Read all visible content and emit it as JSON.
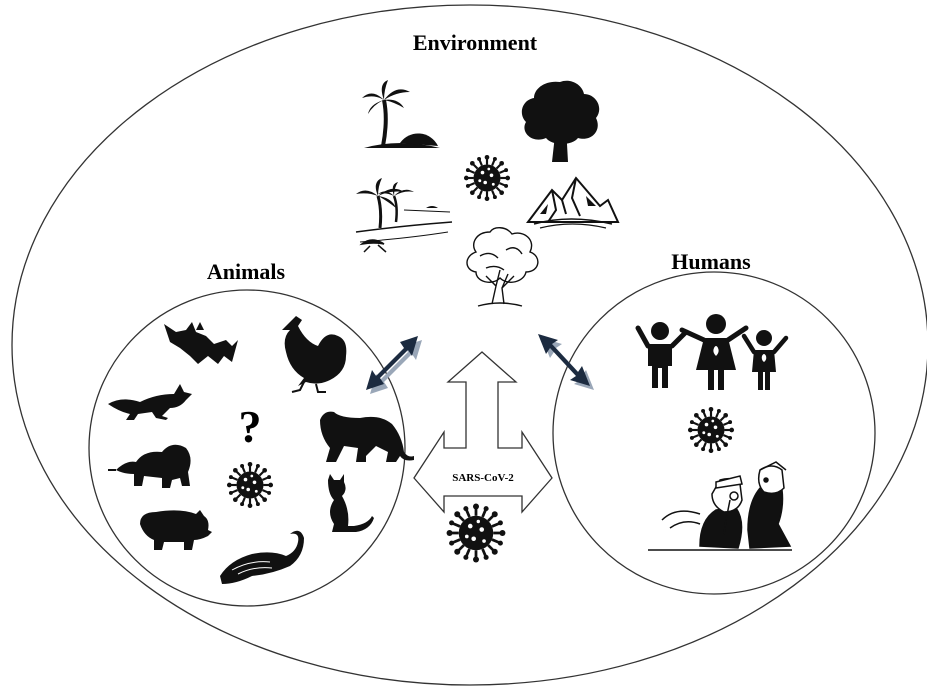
{
  "labels": {
    "environment": "Environment",
    "animals": "Animals",
    "humans": "Humans",
    "center_arrow": "SARS-CoV-2",
    "question": "?"
  },
  "icons": {
    "environment": [
      "palm-island-icon",
      "oak-tree-icon",
      "virus-icon",
      "beach-palms-icon",
      "mountains-icon",
      "sketched-tree-icon"
    ],
    "animals": [
      "bat-icon",
      "rooster-icon",
      "fox-icon",
      "tiger-icon",
      "lion-icon",
      "virus-icon",
      "cat-icon",
      "pig-icon",
      "pangolin-icon"
    ],
    "humans": [
      "family-icon",
      "virus-icon",
      "doctor-patient-icon"
    ]
  },
  "colors": {
    "arrow_fill": "#1c2b40",
    "arrow_shadow": "#9aa7b8",
    "stroke": "#333333",
    "ink": "#111111"
  }
}
